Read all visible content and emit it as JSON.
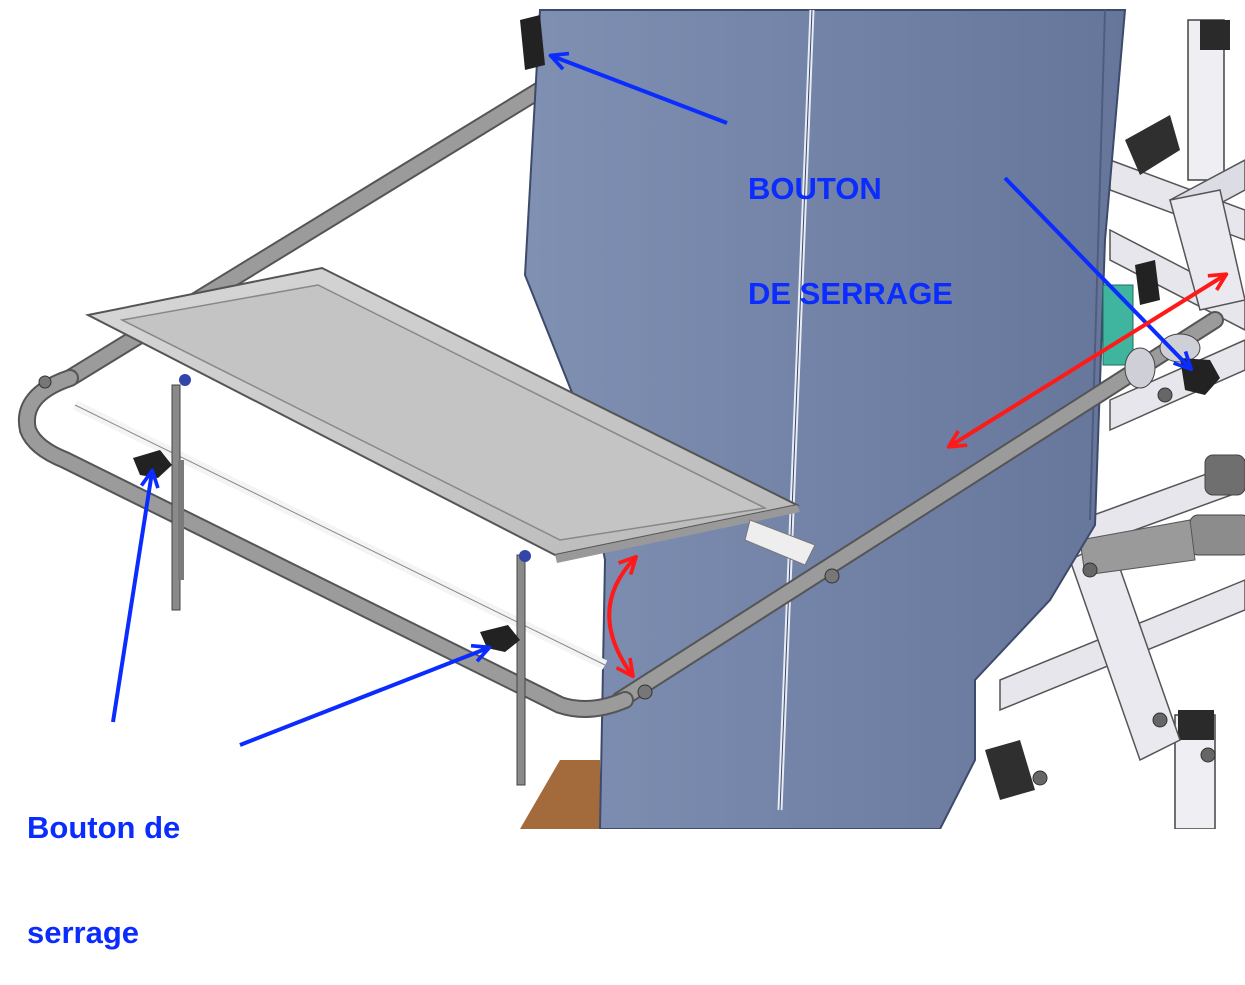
{
  "annotations": {
    "top_label_line1": "BOUTON",
    "top_label_line2": "DE SERRAGE",
    "bottom_label_line1": "Bouton de",
    "bottom_label_line2": "serrage"
  },
  "colors": {
    "annotation_blue": "#0a2cff",
    "motion_red": "#ff1a1a",
    "panel_blue": "#6f7fa3",
    "tube_grey": "#8e8e8e",
    "tray_grey": "#c9c9c9",
    "frame_light": "#e9e9ef",
    "floor_wood": "#a36a3c"
  },
  "icons": {
    "clamp_knob": "knob-icon",
    "motion_arrow": "double-arrow-icon"
  }
}
